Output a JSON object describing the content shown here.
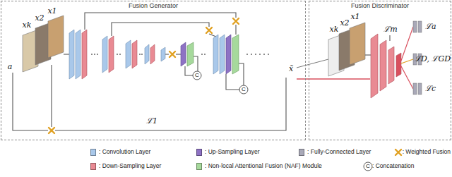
{
  "diagram": {
    "nodes": [
      {
        "text": [
          "Fusion Generator"
        ]
      },
      {
        "text": [
          "Fusion Discriminator"
        ]
      }
    ],
    "labels": [
      "x1",
      "x2",
      "xk",
      "a",
      "C",
      "C",
      "x̃",
      "ℒ1",
      "x1",
      "x2",
      "xk",
      "ℒm",
      "ℒa",
      "ℒD, ℒGD",
      "ℒc",
      "C"
    ],
    "legend": [
      {
        "text": ": Convolution Layer",
        "color": "#a9c8ea"
      },
      {
        "text": ": Up-Sampling Layer",
        "color": "#8e72c4"
      },
      {
        "text": ": Fully-Connected Layer",
        "color": "#a9a9b8"
      },
      {
        "text": ": Weighted Fusion"
      },
      {
        "text": ": Down-Sampling Layer",
        "color": "#e98a93"
      },
      {
        "text": ": Non-local Attentional Fusion (NAF) Module",
        "color": "#a6d99c"
      },
      {
        "text": ": Concatenation"
      }
    ]
  }
}
